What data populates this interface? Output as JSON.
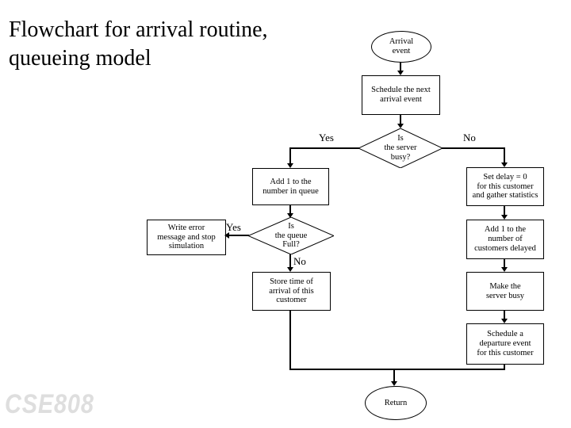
{
  "slide": {
    "title": "Flowchart for arrival routine,\nqueueing model",
    "watermark": "CSE808"
  },
  "nodes": {
    "arrival_event": {
      "type": "terminator-oval",
      "label": "Arrival\nevent"
    },
    "schedule_next": {
      "type": "process-box",
      "label": "Schedule the next\narrival event"
    },
    "server_busy": {
      "type": "decision-diamond",
      "label": "Is\nthe server\nbusy?"
    },
    "add_to_queue": {
      "type": "process-box",
      "label": "Add 1 to the\nnumber in queue"
    },
    "set_delay": {
      "type": "process-box",
      "label": "Set delay = 0\nfor this customer\nand gather statistics"
    },
    "write_error": {
      "type": "process-box",
      "label": "Write error\nmessage and stop\nsimulation"
    },
    "queue_full": {
      "type": "decision-diamond",
      "label": "Is\nthe queue\nFull?"
    },
    "add_delayed": {
      "type": "process-box",
      "label": "Add 1 to the\nnumber of\ncustomers delayed"
    },
    "store_time": {
      "type": "process-box",
      "label": "Store time of\narrival of this\ncustomer"
    },
    "make_busy": {
      "type": "process-box",
      "label": "Make the\nserver busy"
    },
    "schedule_departure": {
      "type": "process-box",
      "label": "Schedule a\ndeparture event\nfor this customer"
    },
    "return_node": {
      "type": "terminator-oval",
      "label": "Return"
    }
  },
  "edge_labels": {
    "server_busy_yes": "Yes",
    "server_busy_no": "No",
    "queue_full_yes": "Yes",
    "queue_full_no": "No"
  },
  "colors": {
    "background": "#ffffff",
    "line": "#000000",
    "text": "#000000",
    "watermark": "#dedede"
  }
}
